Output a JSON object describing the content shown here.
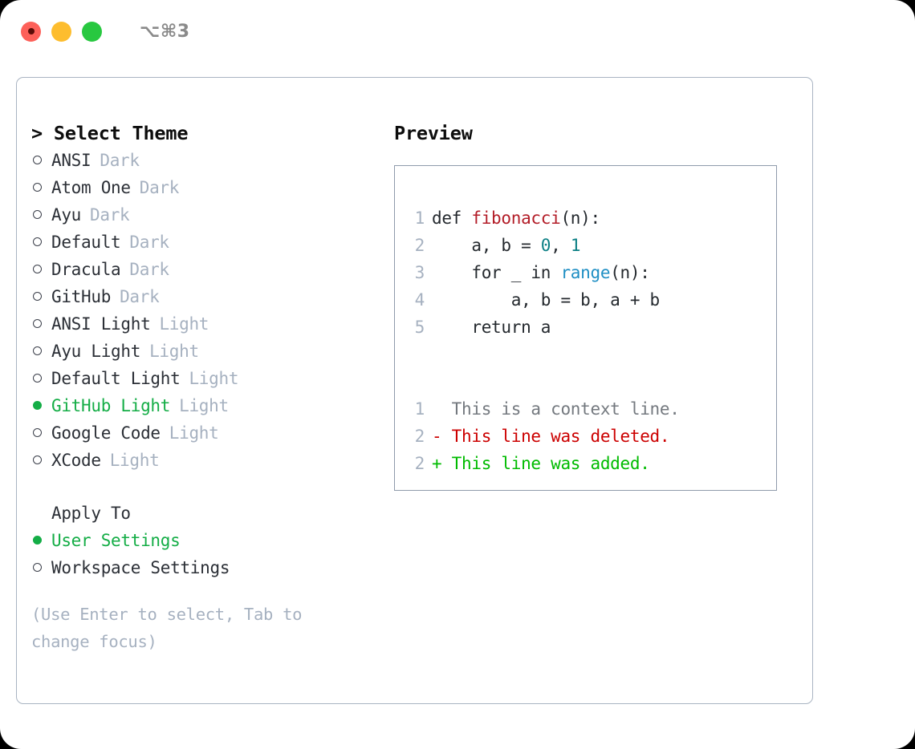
{
  "window": {
    "title": "⌥⌘3",
    "traffic_lights": [
      {
        "name": "close",
        "color": "#fd6059"
      },
      {
        "name": "minimize",
        "color": "#fdbd2e"
      },
      {
        "name": "maximize",
        "color": "#28c840"
      }
    ]
  },
  "colors": {
    "selection_green": "#14ad46",
    "tag_gray": "#a6b1c0",
    "panel_border": "#a9b4c2",
    "code_border": "#8f9bab",
    "diff_add": "#00bb00",
    "diff_del": "#cc0000",
    "diff_ctx": "#74797f",
    "token_function": "#b31d28",
    "token_number": "#0b7f84",
    "token_call": "#1f8fc4"
  },
  "theme_picker": {
    "heading": "> Select Theme",
    "items": [
      {
        "label": "ANSI",
        "tag": "Dark",
        "selected": false
      },
      {
        "label": "Atom One",
        "tag": "Dark",
        "selected": false
      },
      {
        "label": "Ayu",
        "tag": "Dark",
        "selected": false
      },
      {
        "label": "Default",
        "tag": "Dark",
        "selected": false
      },
      {
        "label": "Dracula",
        "tag": "Dark",
        "selected": false
      },
      {
        "label": "GitHub",
        "tag": "Dark",
        "selected": false
      },
      {
        "label": "ANSI Light",
        "tag": "Light",
        "selected": false
      },
      {
        "label": "Ayu Light",
        "tag": "Light",
        "selected": false
      },
      {
        "label": "Default Light",
        "tag": "Light",
        "selected": false
      },
      {
        "label": "GitHub Light",
        "tag": "Light",
        "selected": true
      },
      {
        "label": "Google Code",
        "tag": "Light",
        "selected": false
      },
      {
        "label": "XCode",
        "tag": "Light",
        "selected": false
      }
    ]
  },
  "apply_to": {
    "heading": "Apply To",
    "items": [
      {
        "label": "User Settings",
        "selected": true
      },
      {
        "label": "Workspace Settings",
        "selected": false
      }
    ]
  },
  "hint": "(Use Enter to select, Tab to change focus)",
  "preview": {
    "heading": "Preview",
    "code_lines": [
      {
        "number": "1",
        "tokens": [
          {
            "text": "def ",
            "type": "plain"
          },
          {
            "text": "fibonacci",
            "type": "function"
          },
          {
            "text": "(n):",
            "type": "plain"
          }
        ]
      },
      {
        "number": "2",
        "tokens": [
          {
            "text": "    a, b = ",
            "type": "plain"
          },
          {
            "text": "0",
            "type": "number"
          },
          {
            "text": ", ",
            "type": "plain"
          },
          {
            "text": "1",
            "type": "number"
          }
        ]
      },
      {
        "number": "3",
        "tokens": [
          {
            "text": "    for _ in ",
            "type": "plain"
          },
          {
            "text": "range",
            "type": "call"
          },
          {
            "text": "(n):",
            "type": "plain"
          }
        ]
      },
      {
        "number": "4",
        "tokens": [
          {
            "text": "        a, b = b, a + b",
            "type": "plain"
          }
        ]
      },
      {
        "number": "5",
        "tokens": [
          {
            "text": "    return a",
            "type": "plain"
          }
        ]
      }
    ],
    "diff_lines": [
      {
        "number": "1",
        "marker": " ",
        "text": " This is a context line.",
        "type": "context"
      },
      {
        "number": "2",
        "marker": "-",
        "text": " This line was deleted.",
        "type": "deleted"
      },
      {
        "number": "2",
        "marker": "+",
        "text": " This line was added.",
        "type": "added"
      }
    ]
  }
}
